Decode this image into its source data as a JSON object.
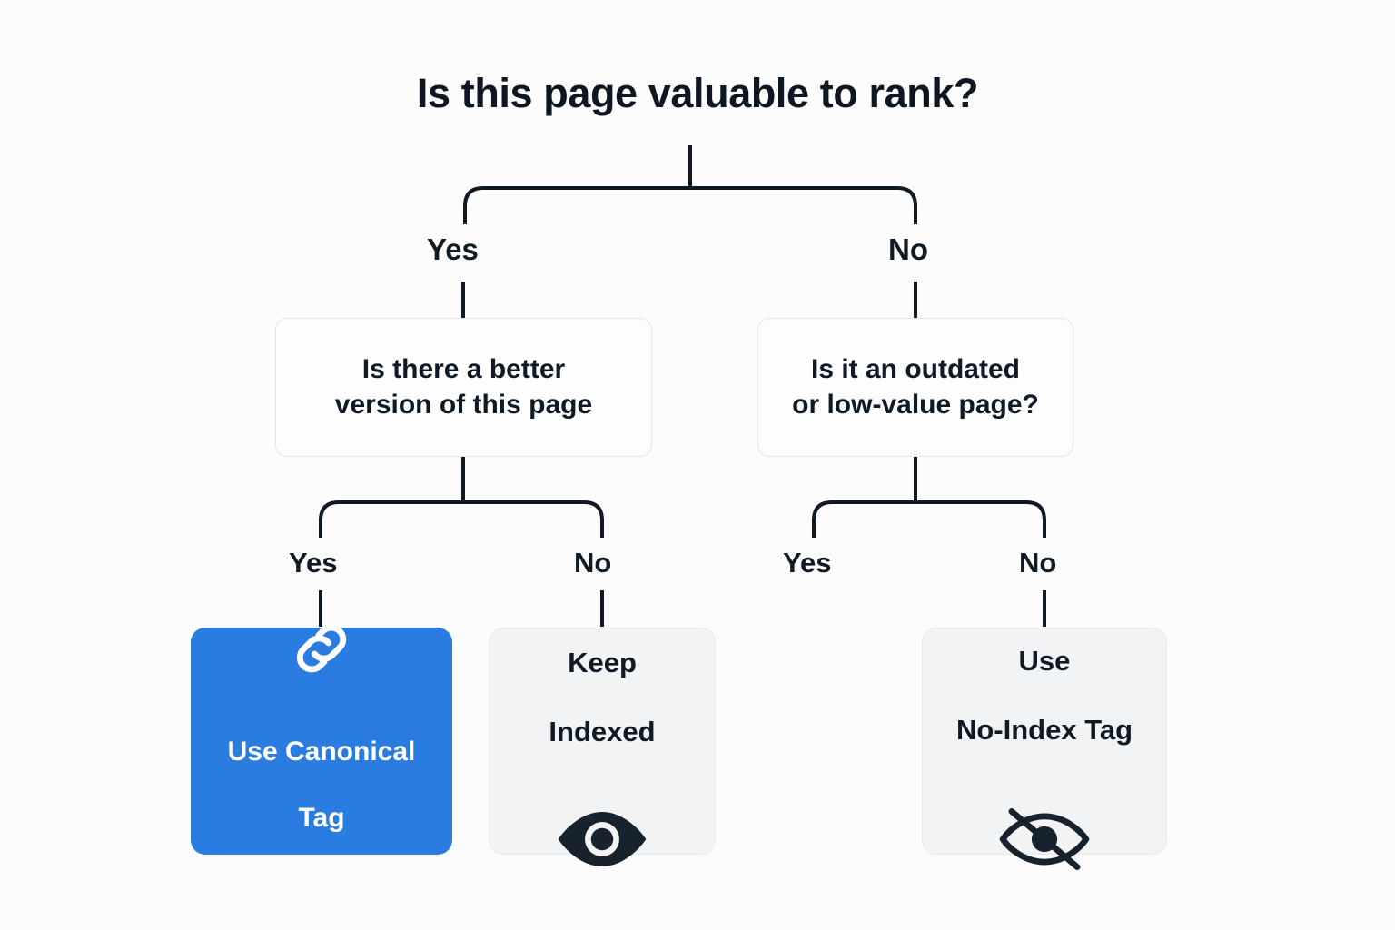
{
  "colors": {
    "background": "#fcfcfc",
    "connector": "#111a24",
    "text": "#101a25",
    "accent_blue": "#2b7ce0",
    "box_gray_fill": "#f2f3f4",
    "box_gray_border": "#e7e9ea",
    "decision_fill": "#fdfdfd",
    "decision_border": "#e4e6e8",
    "icon_white": "#ffffff",
    "icon_dark": "#18222c"
  },
  "chart_data": {
    "type": "diagram",
    "title": "Is this page valuable to rank?",
    "nodes": [
      {
        "id": "root",
        "kind": "question",
        "label": "Is this page valuable to rank?"
      },
      {
        "id": "d1",
        "kind": "decision",
        "label": "Is there a better version of this page"
      },
      {
        "id": "d2",
        "kind": "decision",
        "label": "Is it an outdated or low-value page?"
      },
      {
        "id": "t1",
        "kind": "terminal",
        "label": "Use Canonical Tag",
        "icon": "link-chain-icon",
        "highlight": true
      },
      {
        "id": "t2",
        "kind": "terminal",
        "label": "Keep Indexed",
        "icon": "eye-icon",
        "highlight": false
      },
      {
        "id": "t3",
        "kind": "terminal",
        "label": "Use No-Index Tag",
        "icon": "eye-off-icon",
        "highlight": false
      }
    ],
    "edges": [
      {
        "from": "root",
        "to": "d1",
        "label": "Yes"
      },
      {
        "from": "root",
        "to": "d2",
        "label": "No"
      },
      {
        "from": "d1",
        "to": "t1",
        "label": "Yes"
      },
      {
        "from": "d1",
        "to": "t2",
        "label": "No"
      },
      {
        "from": "d2",
        "to": null,
        "label": "Yes"
      },
      {
        "from": "d2",
        "to": "t3",
        "label": "No"
      }
    ]
  },
  "title": "Is this page valuable to rank?",
  "branches": {
    "level1": {
      "yes": "Yes",
      "no": "No"
    },
    "level2_left": {
      "yes": "Yes",
      "no": "No"
    },
    "level2_right": {
      "yes": "Yes",
      "no": "No"
    }
  },
  "decisions": {
    "left": {
      "line1": "Is there a better",
      "line2": "version of this page"
    },
    "right": {
      "line1": "Is it an outdated",
      "line2": "or low-value page?"
    }
  },
  "terminals": {
    "canonical": {
      "line1": "Use Canonical",
      "line2": "Tag",
      "icon": "link-chain-icon"
    },
    "keep_indexed": {
      "line1": "Keep",
      "line2": "Indexed",
      "icon": "eye-icon"
    },
    "noindex": {
      "line1": "Use",
      "line2": "No-Index Tag",
      "icon": "eye-off-icon"
    }
  }
}
